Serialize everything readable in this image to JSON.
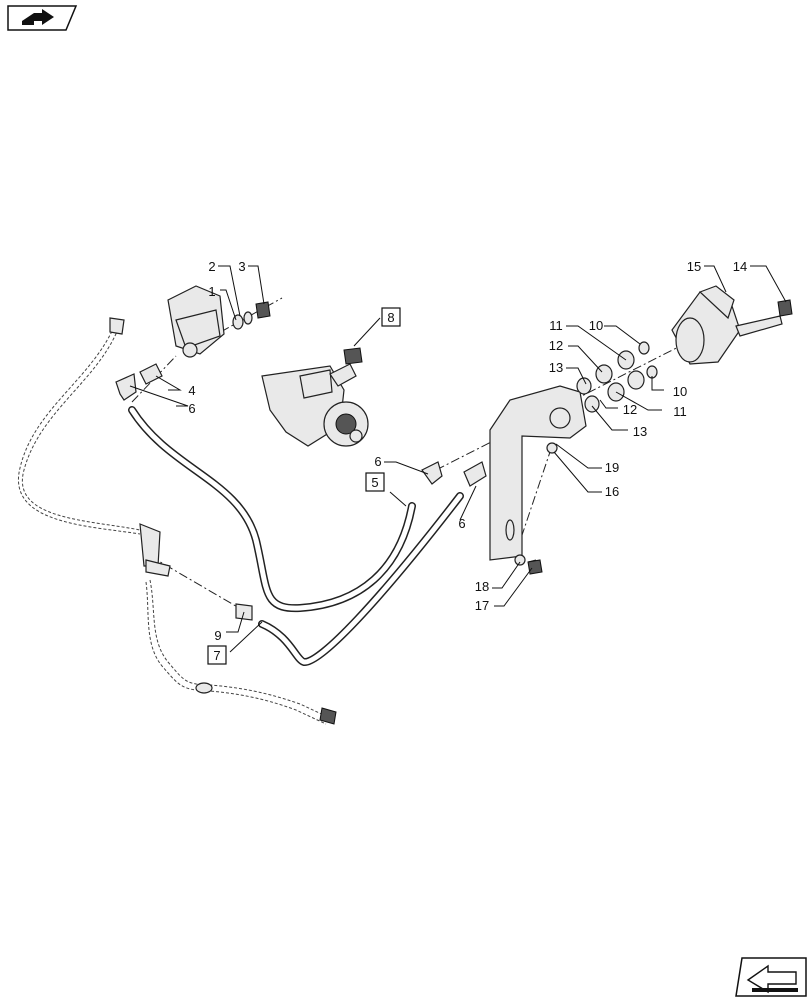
{
  "callouts": [
    {
      "id": "c1",
      "text": "1"
    },
    {
      "id": "c2",
      "text": "2"
    },
    {
      "id": "c3",
      "text": "3"
    },
    {
      "id": "c4",
      "text": "4"
    },
    {
      "id": "c6a",
      "text": "6"
    },
    {
      "id": "c6b",
      "text": "6"
    },
    {
      "id": "c6c",
      "text": "6"
    },
    {
      "id": "c9",
      "text": "9"
    },
    {
      "id": "c10a",
      "text": "10"
    },
    {
      "id": "c10b",
      "text": "10"
    },
    {
      "id": "c11a",
      "text": "11"
    },
    {
      "id": "c11b",
      "text": "11"
    },
    {
      "id": "c12a",
      "text": "12"
    },
    {
      "id": "c12b",
      "text": "12"
    },
    {
      "id": "c13a",
      "text": "13"
    },
    {
      "id": "c13b",
      "text": "13"
    },
    {
      "id": "c14",
      "text": "14"
    },
    {
      "id": "c15",
      "text": "15"
    },
    {
      "id": "c16",
      "text": "16"
    },
    {
      "id": "c17",
      "text": "17"
    },
    {
      "id": "c18",
      "text": "18"
    },
    {
      "id": "c19",
      "text": "19"
    }
  ],
  "boxed_refs": [
    {
      "id": "b5",
      "text": "5"
    },
    {
      "id": "b7",
      "text": "7"
    },
    {
      "id": "b8",
      "text": "8"
    }
  ],
  "icons": {
    "top_left": "book-arrow-icon",
    "bottom_right": "next-page-arrow-icon"
  }
}
